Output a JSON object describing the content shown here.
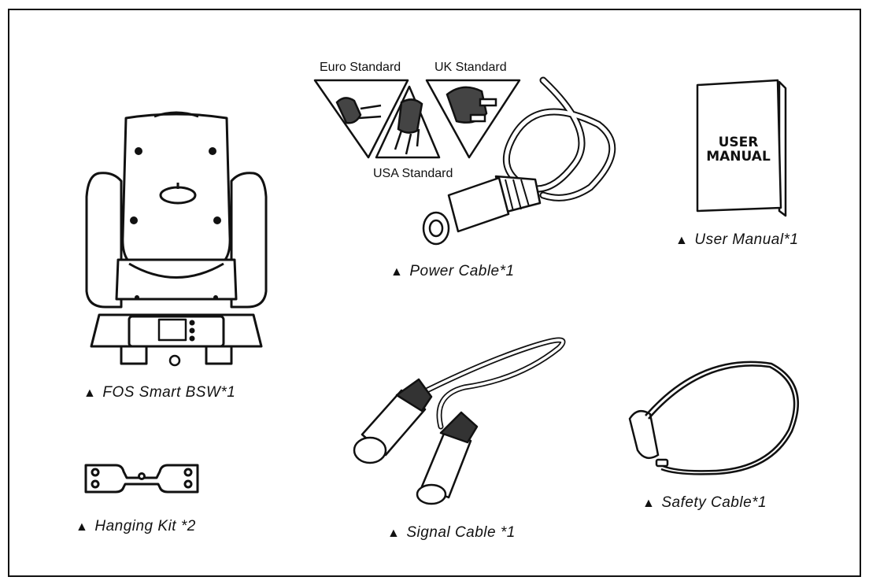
{
  "items": {
    "fixture": {
      "label": "FOS Smart BSW*1"
    },
    "hanging_kit": {
      "label": "Hanging Kit *2"
    },
    "power_cable": {
      "label": "Power Cable*1"
    },
    "user_manual": {
      "label": "User Manual*1",
      "cover_line1": "USER",
      "cover_line2": "MANUAL"
    },
    "signal_cable": {
      "label": "Signal Cable *1"
    },
    "safety_cable": {
      "label": "Safety Cable*1"
    }
  },
  "plugs": {
    "euro": "Euro Standard",
    "uk": "UK Standard",
    "usa": "USA Standard"
  },
  "marker": "▲"
}
